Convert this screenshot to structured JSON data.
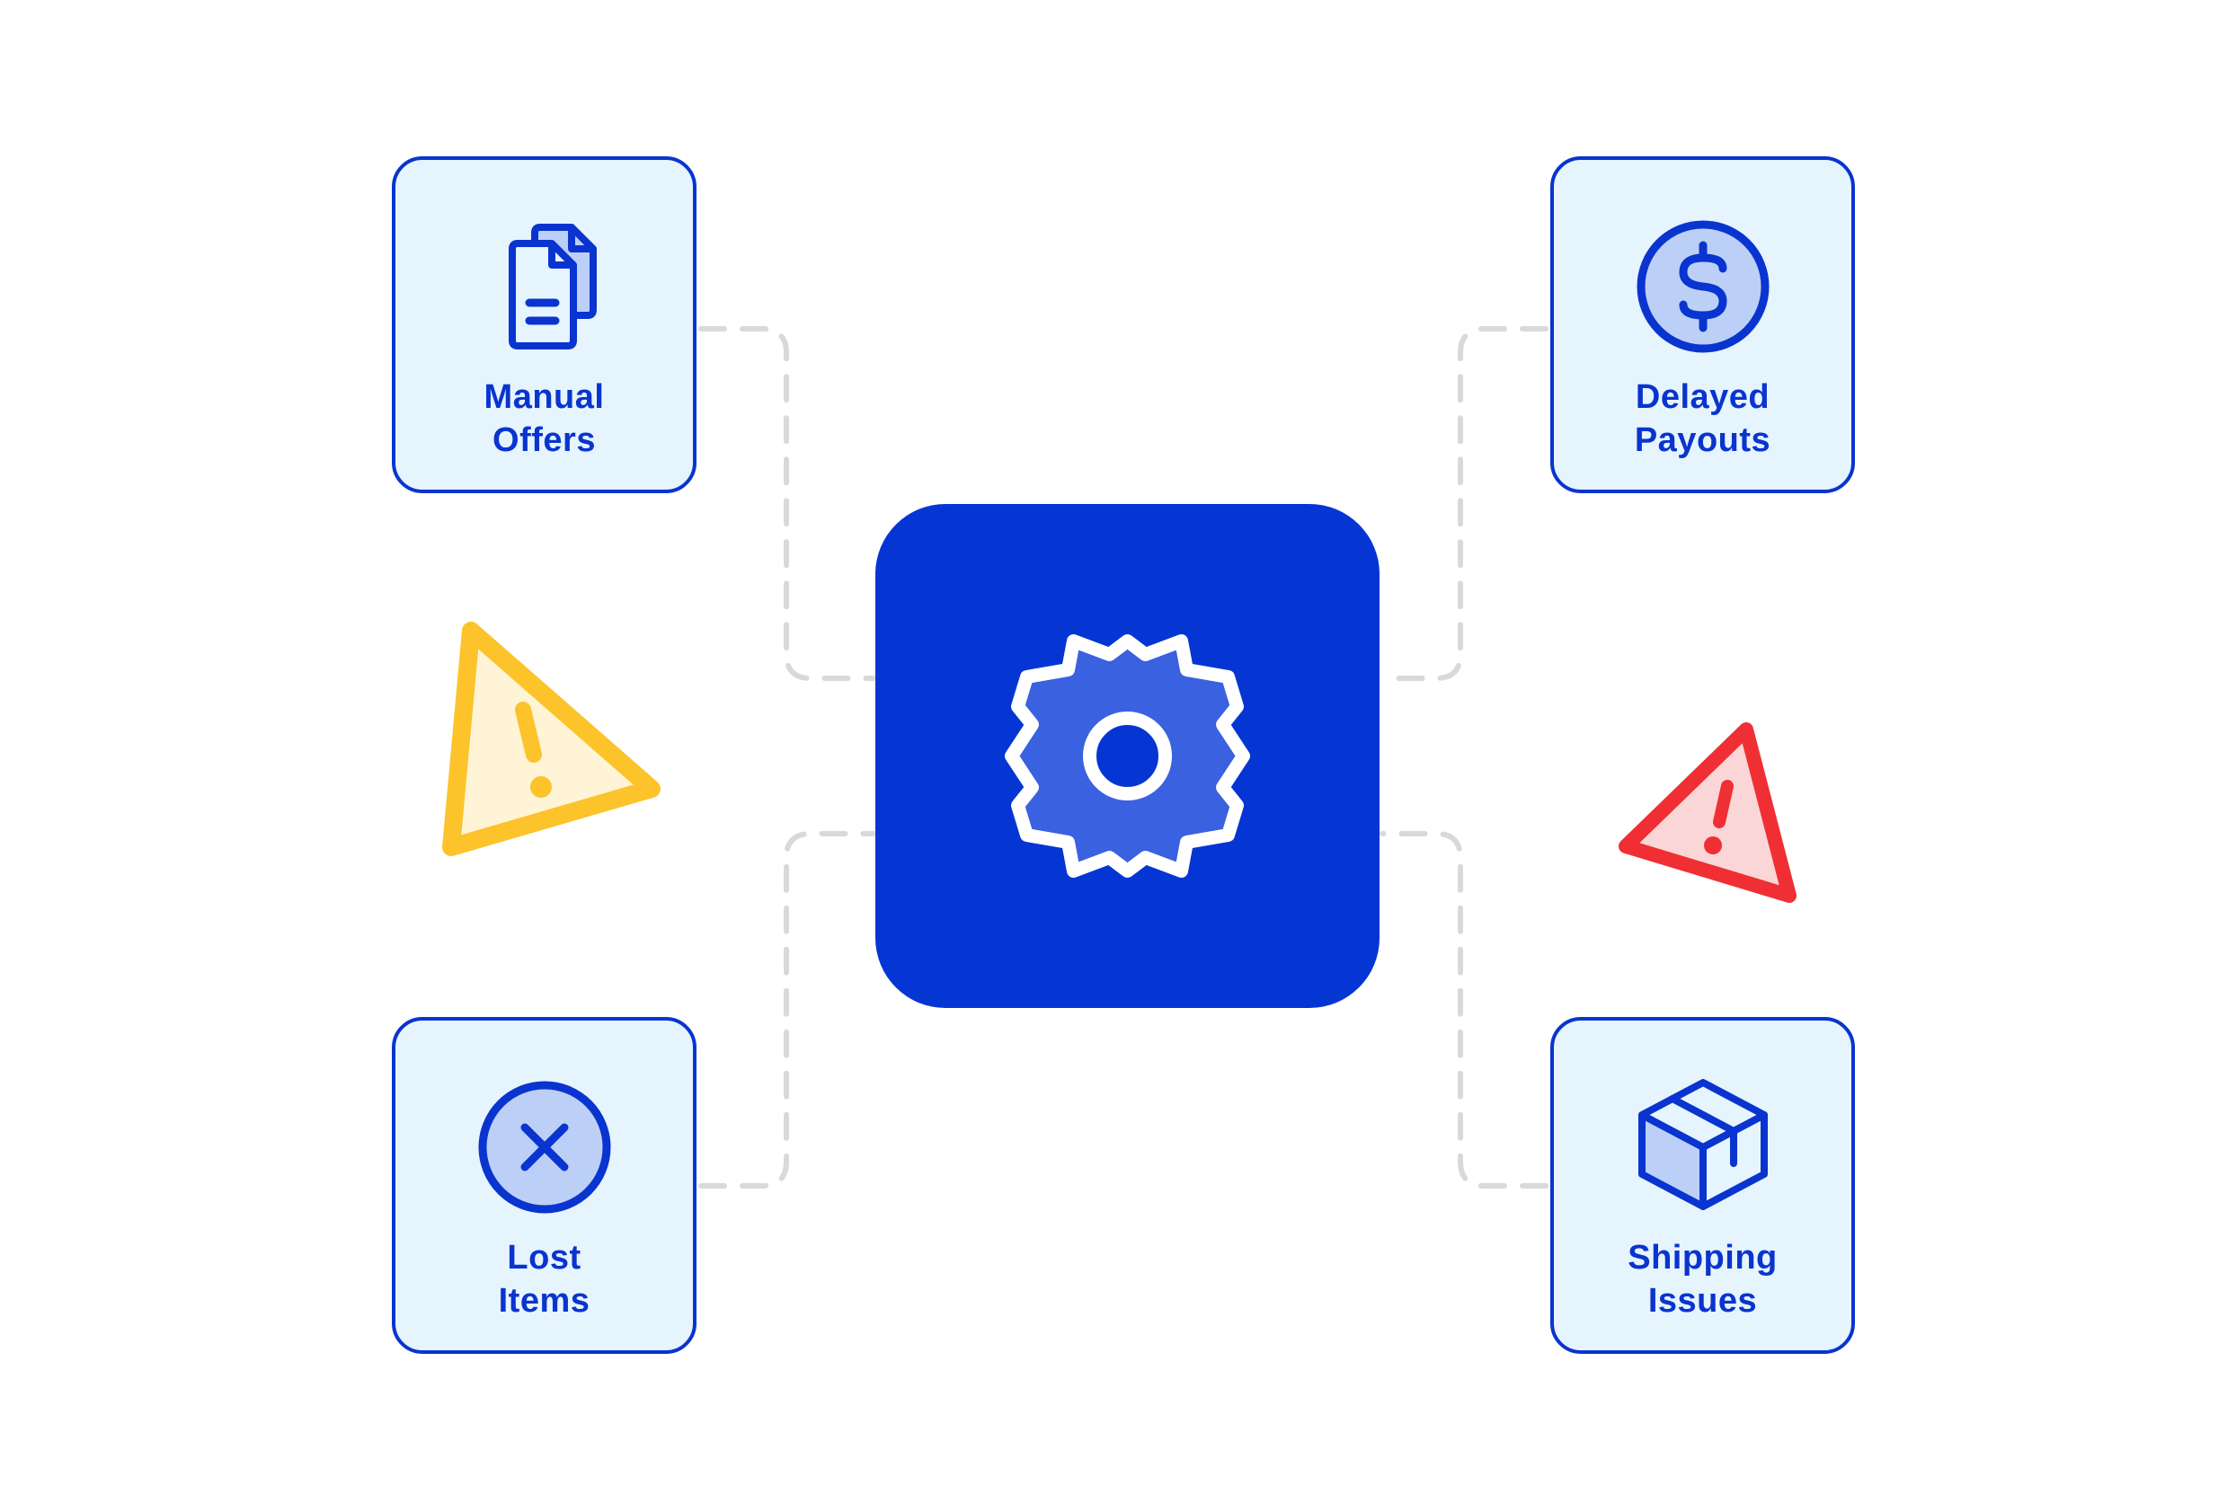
{
  "cards": {
    "manual_offers": {
      "line1": "Manual",
      "line2": "Offers",
      "icon": "documents-icon"
    },
    "delayed_payouts": {
      "line1": "Delayed",
      "line2": "Payouts",
      "icon": "dollar-coin-icon"
    },
    "lost_items": {
      "line1": "Lost",
      "line2": "Items",
      "icon": "x-circle-icon"
    },
    "shipping_issues": {
      "line1": "Shipping",
      "line2": "Issues",
      "icon": "package-box-icon"
    }
  },
  "hub": {
    "icon": "gear-icon"
  },
  "warnings": [
    {
      "icon": "warning-triangle-icon",
      "color": "#fcc32a",
      "fill": "#fff4d6"
    },
    {
      "icon": "warning-triangle-icon",
      "color": "#ef2f34",
      "fill": "#fbd6d6"
    }
  ],
  "colors": {
    "primary": "#0536d3",
    "card_bg": "#e6f4fd",
    "icon_fill": "#bcd0f7",
    "connector": "#d9d9d9"
  }
}
